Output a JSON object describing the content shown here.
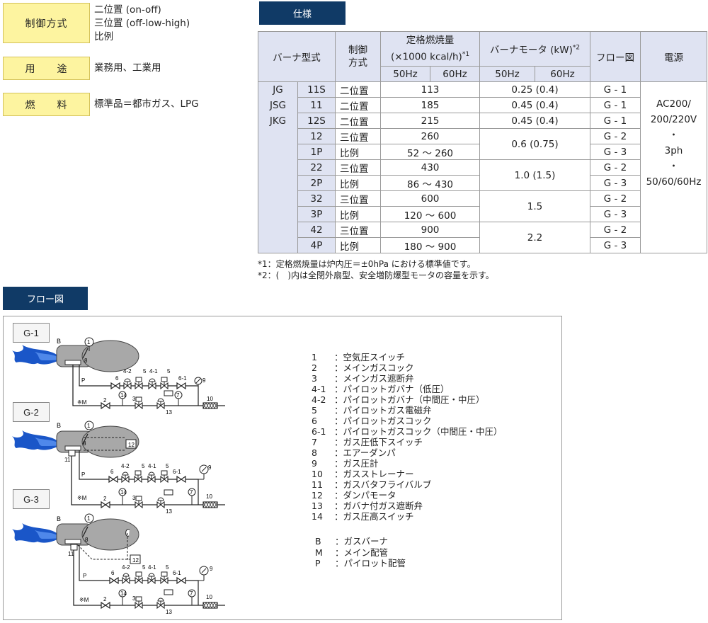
{
  "left_info": [
    {
      "label": "制御方式",
      "lines": [
        "二位置 (on-off)",
        "三位置 (off-low-high)",
        "比例"
      ]
    },
    {
      "label": "用　　途",
      "lines": [
        "業務用、工業用"
      ]
    },
    {
      "label": "燃　　料",
      "lines": [
        "標準品＝都市ガス、LPG"
      ]
    }
  ],
  "spec_tab": "仕様",
  "flow_tab": "フロー図",
  "table": {
    "h_model": "バーナ型式",
    "h_control": "制御方式",
    "h_rated_1": "定格燃焼量",
    "h_rated_2": "(×1000 kcal/h)",
    "h_rated_note": "*1",
    "h_motor": "バーナモータ (kW)",
    "h_motor_note": "*2",
    "h_flow": "フロー図",
    "h_power": "電源",
    "h_50": "50Hz",
    "h_60": "60Hz",
    "series": [
      "JG",
      "JSG",
      "JKG"
    ],
    "power": [
      "AC200/",
      "200/220V",
      "・",
      "3ph",
      "・",
      "50/60/60Hz"
    ],
    "rows": [
      {
        "model": "11S",
        "control": "二位置",
        "rated": "113",
        "motor": "0.25 (0.4)",
        "flow": "G - 1"
      },
      {
        "model": "11",
        "control": "二位置",
        "rated": "185",
        "motor": "0.45 (0.4)",
        "flow": "G - 1"
      },
      {
        "model": "12S",
        "control": "二位置",
        "rated": "215",
        "motor": "0.45 (0.4)",
        "flow": "G - 1"
      },
      {
        "model": "12",
        "control": "三位置",
        "rated": "260",
        "motor": "0.6 (0.75)",
        "flow": "G - 2"
      },
      {
        "model": "1P",
        "control": "比例",
        "rated": "52 ～ 260",
        "flow": "G - 3"
      },
      {
        "model": "22",
        "control": "三位置",
        "rated": "430",
        "motor": "1.0 (1.5)",
        "flow": "G - 2"
      },
      {
        "model": "2P",
        "control": "比例",
        "rated": "86 ～ 430",
        "flow": "G - 3"
      },
      {
        "model": "32",
        "control": "三位置",
        "rated": "600",
        "motor": "1.5",
        "flow": "G - 2"
      },
      {
        "model": "3P",
        "control": "比例",
        "rated": "120 ～ 600",
        "flow": "G - 3"
      },
      {
        "model": "42",
        "control": "三位置",
        "rated": "900",
        "motor": "2.2",
        "flow": "G - 2"
      },
      {
        "model": "4P",
        "control": "比例",
        "rated": "180 ～ 900",
        "flow": "G - 3"
      }
    ]
  },
  "notes": [
    "*1：定格燃焼量は炉内圧＝±0hPa における標準値です。",
    "*2：(　)内は全閉外扇型、安全増防爆型モータの容量を示す。"
  ],
  "flow_tags": [
    "G-1",
    "G-2",
    "G-3"
  ],
  "legend": [
    {
      "k": "1",
      "v": "：空気圧スイッチ"
    },
    {
      "k": "2",
      "v": "：メインガスコック"
    },
    {
      "k": "3",
      "v": "：メインガス遮断弁"
    },
    {
      "k": "4-1",
      "v": "：パイロットガバナ（低圧）"
    },
    {
      "k": "4-2",
      "v": "：パイロットガバナ（中間圧・中圧）"
    },
    {
      "k": "5",
      "v": "：パイロットガス電磁弁"
    },
    {
      "k": "6",
      "v": "：パイロットガスコック"
    },
    {
      "k": "6-1",
      "v": "：パイロットガスコック（中間圧・中圧）"
    },
    {
      "k": "7",
      "v": "：ガス圧低下スイッチ"
    },
    {
      "k": "8",
      "v": "：エアーダンパ"
    },
    {
      "k": "9",
      "v": "：ガス圧計"
    },
    {
      "k": "10",
      "v": "：ガスストレーナー"
    },
    {
      "k": "11",
      "v": "：ガスバタフライバルブ"
    },
    {
      "k": "12",
      "v": "：ダンパモータ"
    },
    {
      "k": "13",
      "v": "：ガバナ付ガス遮断弁"
    },
    {
      "k": "14",
      "v": "：ガス圧高スイッチ"
    }
  ],
  "legend2": [
    {
      "k": "B",
      "v": "：ガスバーナ"
    },
    {
      "k": "M",
      "v": "：メイン配管"
    },
    {
      "k": "P",
      "v": "：パイロット配管"
    }
  ],
  "diagram_labels": {
    "B": "B",
    "P": "P",
    "M": "※M",
    "n1": "1",
    "n2": "2",
    "n3": "3",
    "n41": "4-1",
    "n42": "4-2",
    "n5": "5",
    "n6": "6",
    "n61": "6-1",
    "n7": "7",
    "n8": "8",
    "n9": "9",
    "n10": "10",
    "n11": "11",
    "n12": "12",
    "n13": "13",
    "n14": "14"
  },
  "colors": {
    "label_bg": "#fdf4a0",
    "tab_bg": "#103a66",
    "table_header": "#dfe3f2",
    "flame": "#1a56c8",
    "burner": "#a8a8a8"
  }
}
